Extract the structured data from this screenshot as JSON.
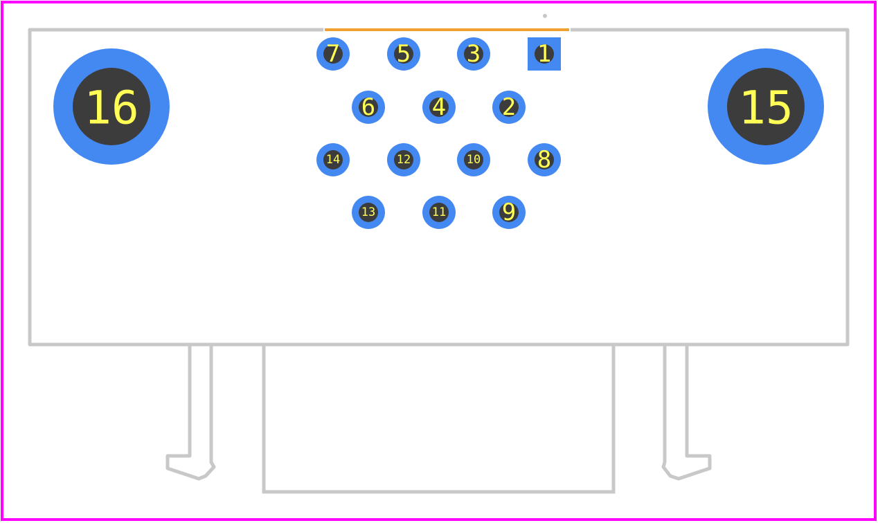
{
  "colors": {
    "boundary": "#ff00ff",
    "silkscreen": "#c8c8c8",
    "pad": "#4488f2",
    "drill": "#3c3c3c",
    "label": "#ffff55",
    "pin1_marker": "#f0a030"
  },
  "pads": [
    {
      "label": "1"
    },
    {
      "label": "2"
    },
    {
      "label": "3"
    },
    {
      "label": "4"
    },
    {
      "label": "5"
    },
    {
      "label": "6"
    },
    {
      "label": "7"
    },
    {
      "label": "8"
    },
    {
      "label": "9"
    },
    {
      "label": "10"
    },
    {
      "label": "11"
    },
    {
      "label": "12"
    },
    {
      "label": "13"
    },
    {
      "label": "14"
    },
    {
      "label": "15"
    },
    {
      "label": "16"
    }
  ]
}
